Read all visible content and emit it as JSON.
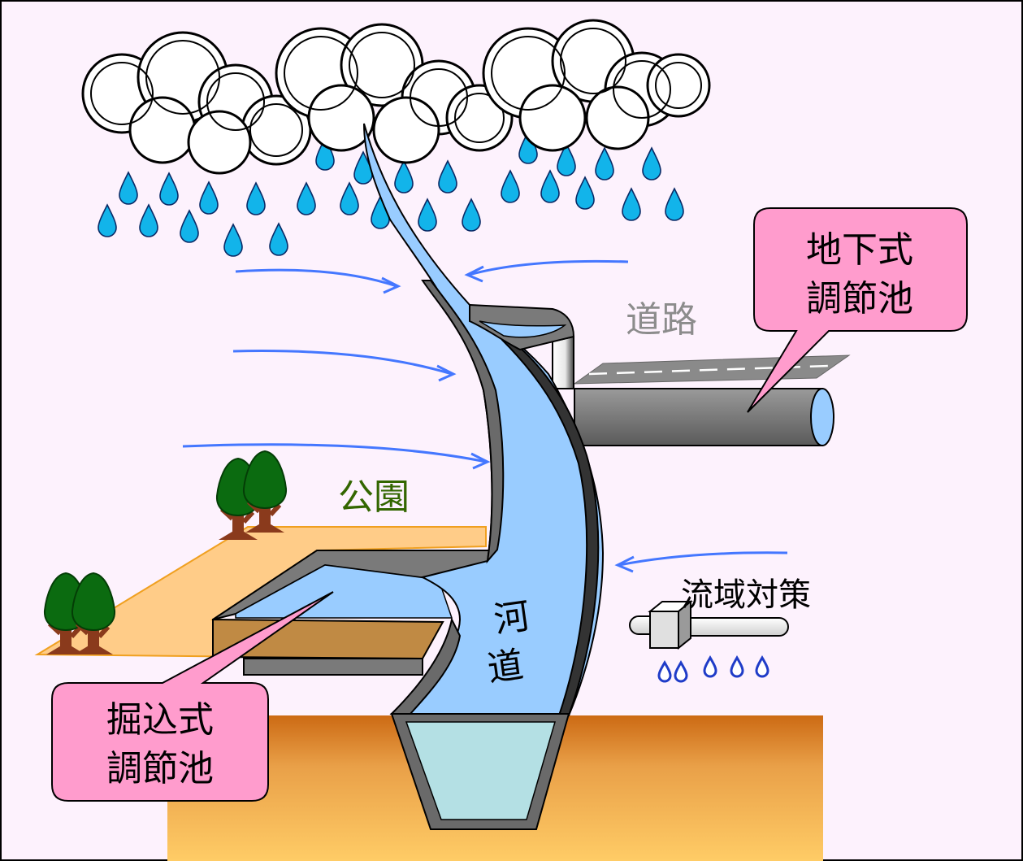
{
  "labels": {
    "underground_pond": [
      "地下式",
      "調節池"
    ],
    "road": "道路",
    "park": "公園",
    "river_channel": [
      "河",
      "道"
    ],
    "basin_measures": "流域対策",
    "excavated_pond": [
      "掘込式",
      "調節池"
    ]
  },
  "colors": {
    "background": "#fdf2fd",
    "rain_drop": "#12b4ea",
    "water": "#99ccff",
    "river_bottom_water": "#b4e0e4",
    "callout_fill": "#ff9ccd",
    "park_ground": "#ffcc88",
    "park_text": "#336600",
    "road_text": "#8c8c8c",
    "wind_arrow": "#4477ff",
    "tree_green": "#0b6b10",
    "tree_trunk": "#8a3a1c",
    "soil_top": "#cc6a14",
    "soil_bottom": "#ffcc66"
  },
  "icons": [
    "cloud-icon",
    "raindrop-icon",
    "wind-arrow-icon",
    "tree-icon",
    "pipe-icon",
    "callout-bubble"
  ]
}
